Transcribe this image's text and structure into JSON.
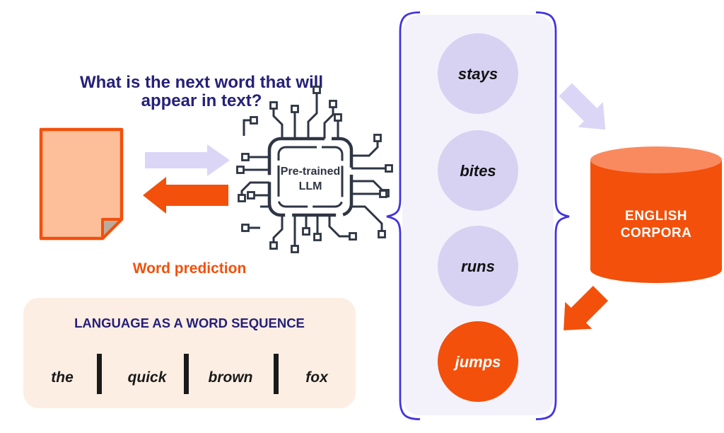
{
  "question": {
    "line1": "What is the next word that will",
    "line2": "appear in text?"
  },
  "llm": {
    "label_line1": "Pre-trained",
    "label_line2": "LLM"
  },
  "prediction": {
    "label": "Word prediction"
  },
  "language_sequence": {
    "heading": "LANGUAGE AS A WORD SEQUENCE",
    "words": [
      "the",
      "quick",
      "brown",
      "fox"
    ]
  },
  "candidates": {
    "items": [
      {
        "label": "stays",
        "highlighted": false
      },
      {
        "label": "bites",
        "highlighted": false
      },
      {
        "label": "runs",
        "highlighted": false
      },
      {
        "label": "jumps",
        "highlighted": true
      }
    ]
  },
  "corpus": {
    "line1": "ENGLISH",
    "line2": "CORPORA"
  },
  "colors": {
    "navy_text": "#252178",
    "orange": "#f3500b",
    "lavender_arrow": "#dbd6f6",
    "circle_lavender": "#d7d2f2",
    "panel_fill": "#f3f2fb",
    "panel_border": "#4334e0",
    "page_fill": "#fcbf9a",
    "page_fold": "#b9ac9f",
    "peach_box": "#fdeee3",
    "cylinder_top": "#f98a60",
    "chip_ink": "#2e3543"
  }
}
